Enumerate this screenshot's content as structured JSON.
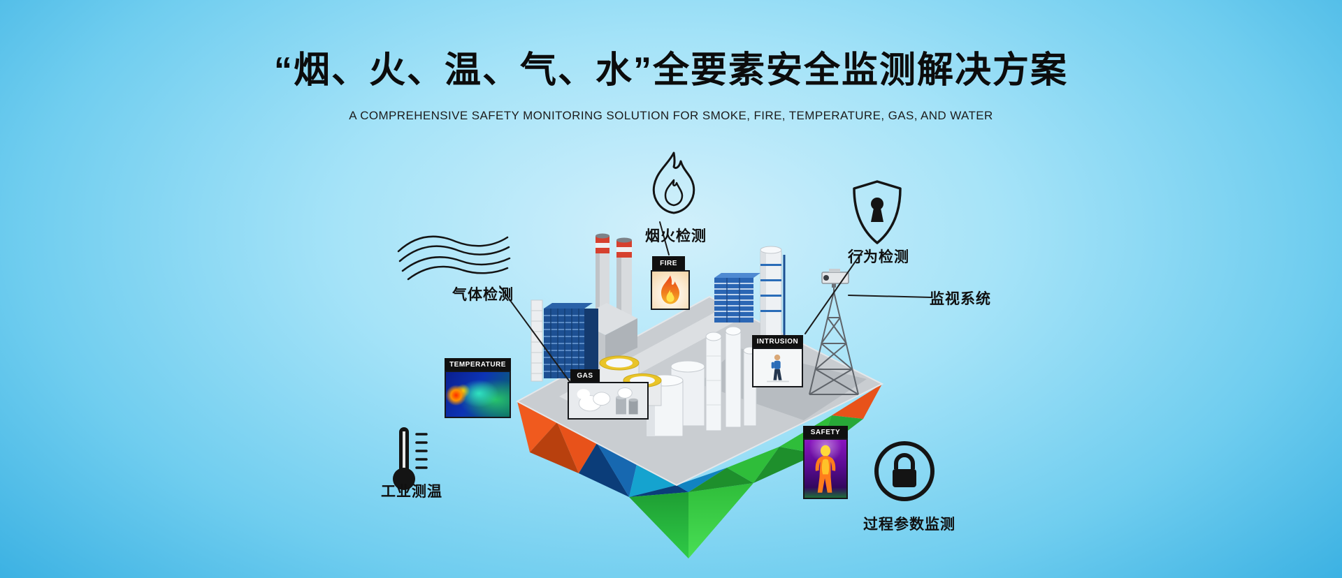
{
  "banner": {
    "title": "“烟、火、温、气、水”全要素安全监测解决方案",
    "subtitle": "A COMPREHENSIVE SAFETY MONITORING SOLUTION FOR SMOKE, FIRE, TEMPERATURE, GAS, AND WATER"
  },
  "callouts": {
    "smoke_fire_detection": {
      "label": "烟火检测",
      "icon": "flame-outline-icon"
    },
    "behavior_detection": {
      "label": "行为检测",
      "icon": "shield-keyhole-icon"
    },
    "surveillance_system": {
      "label": "监视系统",
      "icon": "cctv-camera-icon"
    },
    "gas_detection": {
      "label": "气体检测",
      "icon": "gas-flow-waves-icon"
    },
    "industrial_temperature": {
      "label": "工业测温",
      "icon": "thermometer-icon"
    },
    "process_parameter_monitoring": {
      "label": "过程参数监测",
      "icon": "padlock-circle-icon"
    }
  },
  "scene_tags": {
    "fire": "FIRE",
    "temperature": "TEMPERATURE",
    "gas": "GAS",
    "intrusion": "INTRUSION",
    "safety": "SAFETY"
  },
  "colors": {
    "background_center": "#d2f0fb",
    "background_edge": "#2aa3da",
    "title_text": "#0c0c0c",
    "tag_background": "#101010",
    "tag_text": "#ffffff",
    "platform_gray": "#c9cdd1",
    "facet_orange": "#e8521a",
    "facet_orange_dark": "#b8400e",
    "facet_navy": "#0b3d79",
    "facet_blue": "#1768b0",
    "facet_teal": "#15a3cf",
    "facet_green": "#2fbd3a",
    "facet_green_dark": "#1e8f2c",
    "flame_red": "#e8411c",
    "flame_yellow": "#f7b32b",
    "thermal_purple": "#5a0b92",
    "thermal_person_orange": "#ff7d1c",
    "chimney_red": "#d6402e",
    "building_blue": "#1d5093"
  }
}
